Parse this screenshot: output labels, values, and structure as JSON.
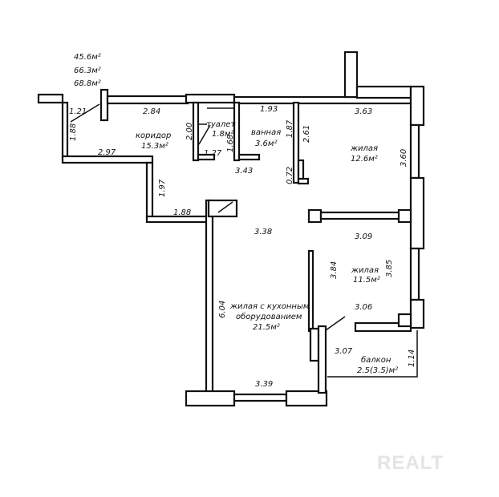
{
  "areas": {
    "living": "45.6м²",
    "total": "66.3м²",
    "total_with_balcony": "68.8м²"
  },
  "rooms": [
    {
      "name": "коридор",
      "area": "15.3м²"
    },
    {
      "name": "туалет",
      "area": "1.8м²"
    },
    {
      "name": "ванная",
      "area": "3.6м²"
    },
    {
      "name": "жилая",
      "area": "12.6м²"
    },
    {
      "name": "жилая",
      "area": "11.5м²"
    },
    {
      "name": "жилая с кухонным",
      "name2": "оборудованием",
      "area": "21.5м²"
    },
    {
      "name": "балкон",
      "area": "2.5(3.5)м²"
    }
  ],
  "dims": [
    "1.21",
    "2.84",
    "1.93",
    "3.63",
    "1.88",
    "2.97",
    "2.00",
    "1.27",
    "1.68",
    "3.43",
    "1.87",
    "2.61",
    "0.72",
    "3.60",
    "1.97",
    "1.88",
    "3.38",
    "3.09",
    "3.84",
    "3.85",
    "3.06",
    "6.04",
    "3.07",
    "1.14",
    "3.39"
  ],
  "watermark": "REALT"
}
